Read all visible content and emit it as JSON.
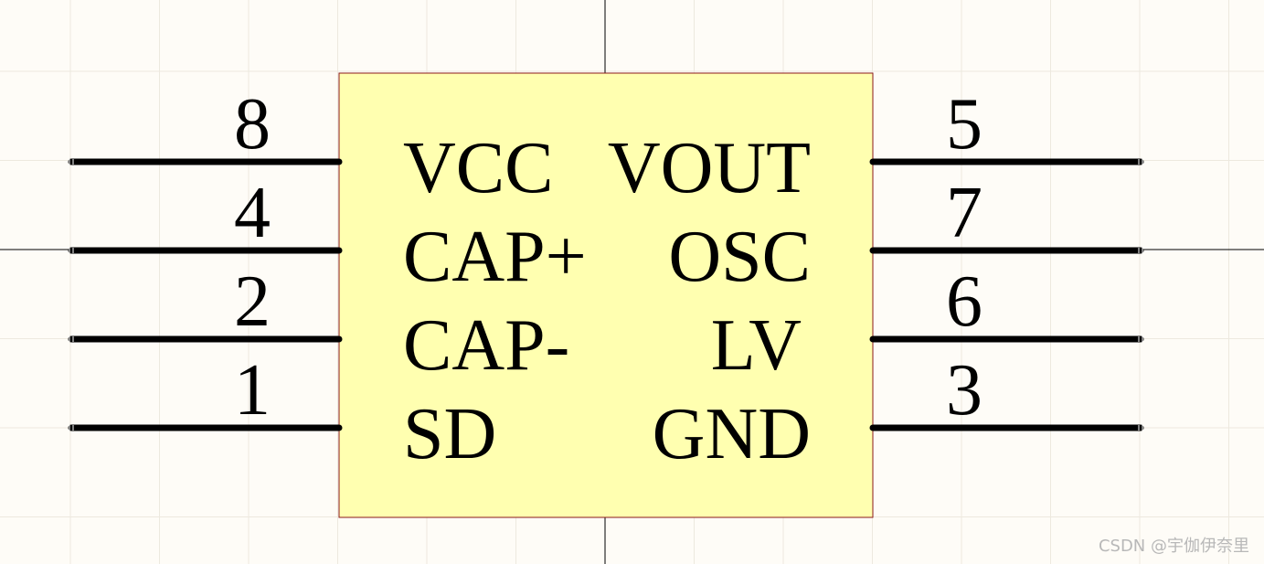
{
  "component": {
    "left_pins": [
      {
        "number": "8",
        "name": "VCC"
      },
      {
        "number": "4",
        "name": "CAP+"
      },
      {
        "number": "2",
        "name": "CAP-"
      },
      {
        "number": "1",
        "name": "SD"
      }
    ],
    "right_pins": [
      {
        "number": "5",
        "name": "VOUT"
      },
      {
        "number": "7",
        "name": "OSC"
      },
      {
        "number": "6",
        "name": "LV"
      },
      {
        "number": "3",
        "name": "GND"
      }
    ]
  },
  "watermark": "CSDN @宇伽伊奈里",
  "colors": {
    "canvas": "#fefcf7",
    "grid": "#ede9df",
    "body_fill": "#ffffb0",
    "body_border": "#8b1a1a",
    "pin_line": "#000000"
  }
}
